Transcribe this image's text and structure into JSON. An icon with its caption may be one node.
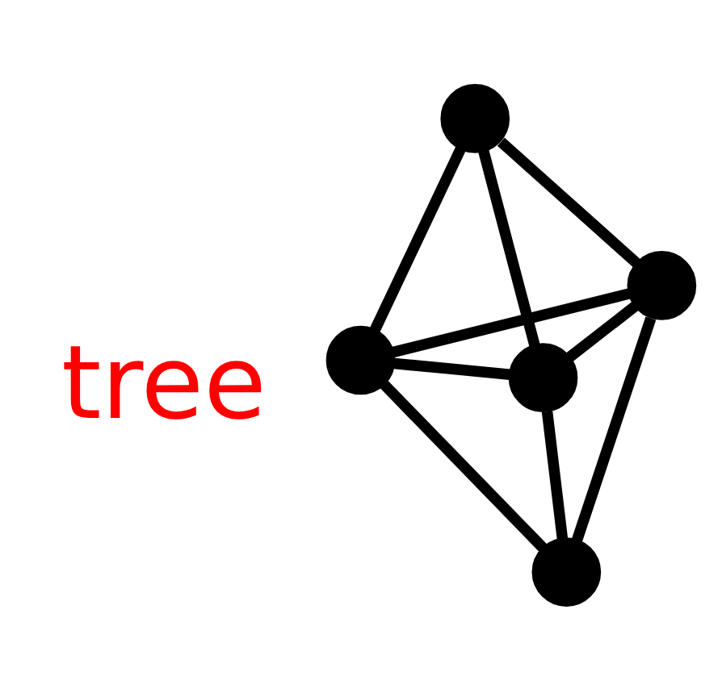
{
  "diagram": {
    "nodes": [
      {
        "text": [],
        "shape": "circle"
      },
      {
        "text": [],
        "shape": "circle"
      },
      {
        "text": [],
        "shape": "circle"
      },
      {
        "text": [],
        "shape": "circle"
      },
      {
        "text": [],
        "shape": "circle"
      }
    ],
    "edges": [
      {
        "from": 0,
        "to": 1,
        "arrow": "none"
      },
      {
        "from": 1,
        "to": 4,
        "arrow": "none"
      },
      {
        "from": 0,
        "to": 2,
        "arrow": "none"
      },
      {
        "from": 2,
        "to": 1,
        "arrow": "none"
      },
      {
        "from": 2,
        "to": 3,
        "arrow": "none"
      },
      {
        "from": 2,
        "to": 4,
        "arrow": "none"
      },
      {
        "from": 0,
        "to": 3,
        "arrow": "none"
      },
      {
        "from": 0,
        "to": 4,
        "arrow": "none"
      },
      {
        "from": 3,
        "to": 4,
        "arrow": "none"
      }
    ],
    "labels": [
      "tree"
    ]
  }
}
